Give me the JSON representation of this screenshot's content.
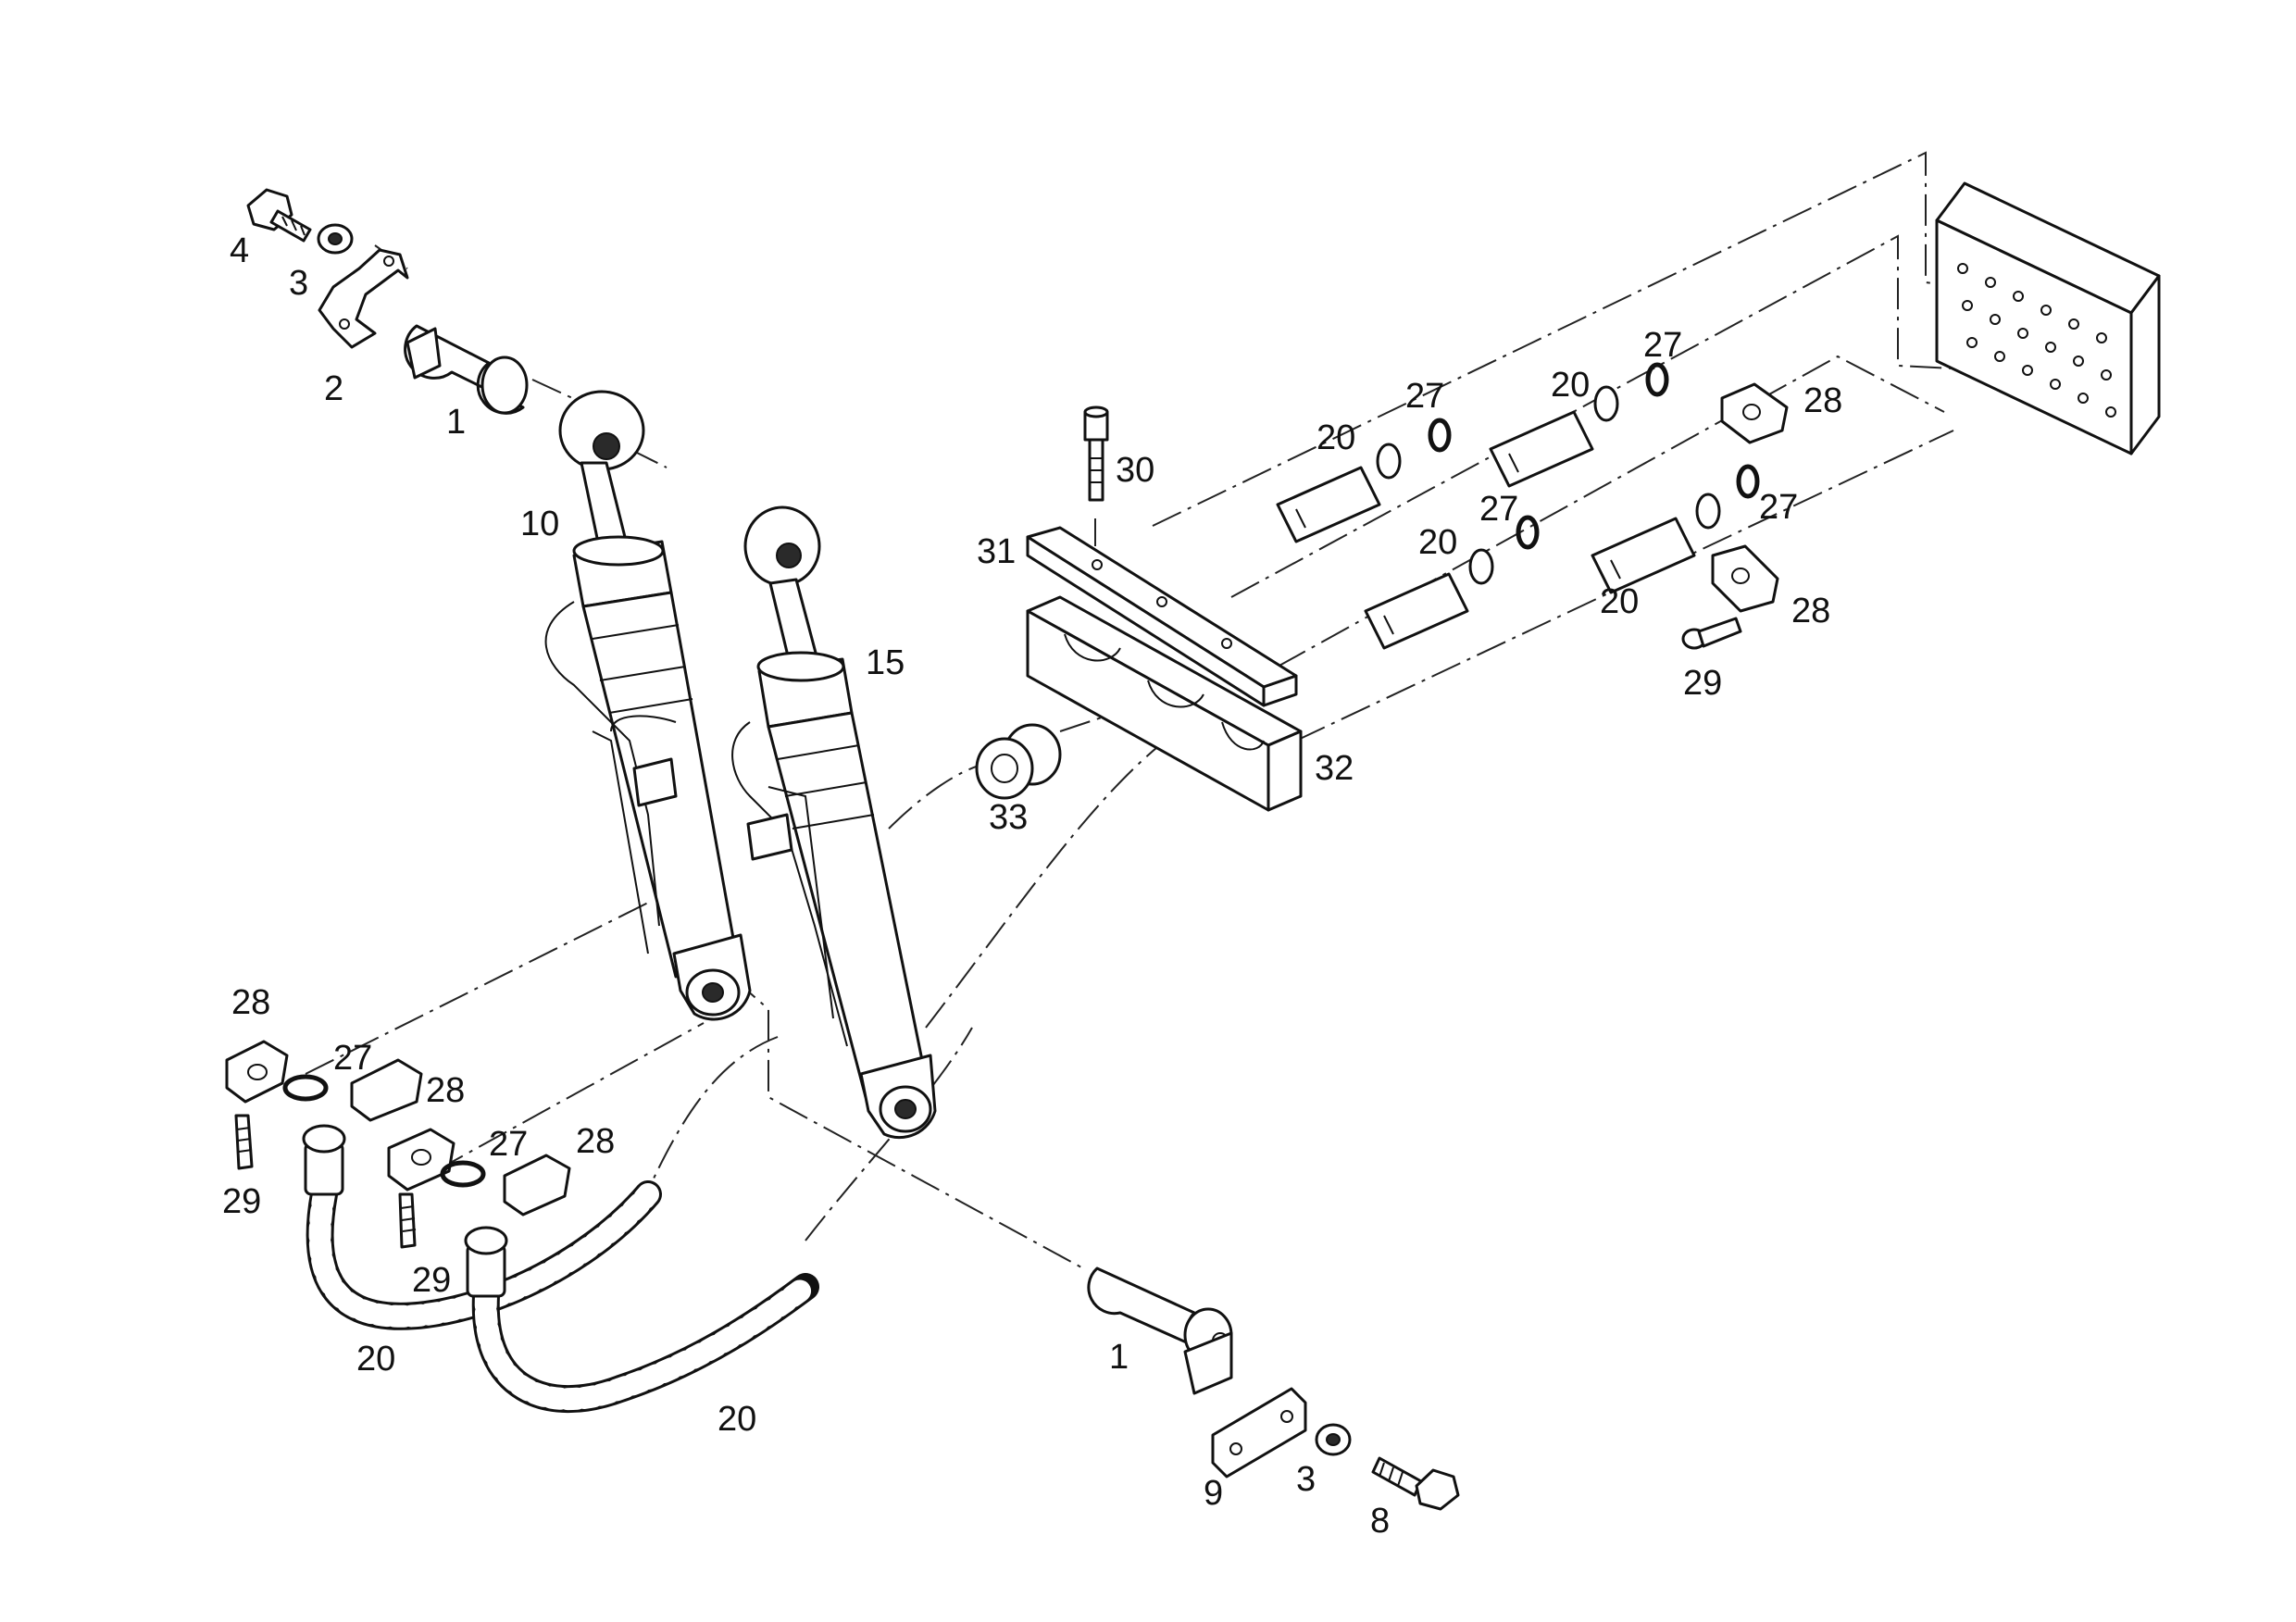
{
  "callouts": [
    {
      "id": "c4",
      "text": "4"
    },
    {
      "id": "c3a",
      "text": "3"
    },
    {
      "id": "c2",
      "text": "2"
    },
    {
      "id": "c1a",
      "text": "1"
    },
    {
      "id": "c10",
      "text": "10"
    },
    {
      "id": "c15",
      "text": "15"
    },
    {
      "id": "c30",
      "text": "30"
    },
    {
      "id": "c31",
      "text": "31"
    },
    {
      "id": "c32",
      "text": "32"
    },
    {
      "id": "c33",
      "text": "33"
    },
    {
      "id": "c20a",
      "text": "20"
    },
    {
      "id": "c27a",
      "text": "27"
    },
    {
      "id": "c20b",
      "text": "20"
    },
    {
      "id": "c27b",
      "text": "27"
    },
    {
      "id": "c28a",
      "text": "28"
    },
    {
      "id": "c20c",
      "text": "20"
    },
    {
      "id": "c27c",
      "text": "27"
    },
    {
      "id": "c27d",
      "text": "27"
    },
    {
      "id": "c20d",
      "text": "20"
    },
    {
      "id": "c28b",
      "text": "28"
    },
    {
      "id": "c29a",
      "text": "29"
    },
    {
      "id": "c28c",
      "text": "28"
    },
    {
      "id": "c27e",
      "text": "27"
    },
    {
      "id": "c28d",
      "text": "28"
    },
    {
      "id": "c29b",
      "text": "29"
    },
    {
      "id": "c27f",
      "text": "27"
    },
    {
      "id": "c28e",
      "text": "28"
    },
    {
      "id": "c29c",
      "text": "29"
    },
    {
      "id": "c20e",
      "text": "20"
    },
    {
      "id": "c20f",
      "text": "20"
    },
    {
      "id": "c1b",
      "text": "1"
    },
    {
      "id": "c9",
      "text": "9"
    },
    {
      "id": "c3b",
      "text": "3"
    },
    {
      "id": "c8",
      "text": "8"
    }
  ]
}
